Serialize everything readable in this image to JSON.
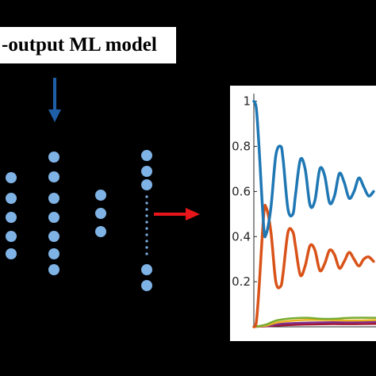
{
  "title": "-output  ML model",
  "colors": {
    "background": "#000000",
    "node": "#7fb2e5",
    "down_arrow": "#1f5fa8",
    "right_arrow": "#e8161a",
    "panel": "#ffffff",
    "series_blue": "#1f77b4",
    "series_orange": "#d95319"
  },
  "network": {
    "layer_node_counts": [
      5,
      7,
      3,
      9
    ],
    "icons": [
      "down-arrow-icon",
      "right-arrow-icon"
    ]
  },
  "chart_data": {
    "type": "line",
    "title": "",
    "xlabel": "",
    "ylabel": "",
    "yticks": [
      "1",
      "0.8",
      "0.6",
      "0.4",
      "0.2"
    ],
    "ylim": [
      0,
      1.02
    ],
    "xlim": [
      0,
      50
    ],
    "grid": false,
    "series": [
      {
        "color": "#1f77b4",
        "x": [
          0,
          1,
          2,
          4,
          5,
          7,
          9,
          11,
          12,
          14,
          16,
          17,
          19,
          21,
          23,
          25,
          27,
          29,
          31,
          33,
          35,
          37,
          39,
          41,
          43,
          45,
          47,
          49
        ],
        "y": [
          1.0,
          0.97,
          0.82,
          0.45,
          0.41,
          0.53,
          0.76,
          0.8,
          0.74,
          0.52,
          0.5,
          0.58,
          0.74,
          0.7,
          0.54,
          0.56,
          0.7,
          0.67,
          0.55,
          0.58,
          0.68,
          0.64,
          0.57,
          0.6,
          0.66,
          0.62,
          0.58,
          0.6
        ]
      },
      {
        "color": "#d95319",
        "x": [
          0,
          1,
          2,
          4,
          5,
          7,
          9,
          11,
          12,
          14,
          16,
          17,
          19,
          21,
          23,
          25,
          27,
          29,
          31,
          33,
          35,
          37,
          39,
          41,
          43,
          45,
          47,
          49
        ],
        "y": [
          0.0,
          0.02,
          0.15,
          0.49,
          0.53,
          0.42,
          0.2,
          0.18,
          0.24,
          0.42,
          0.42,
          0.36,
          0.23,
          0.27,
          0.36,
          0.34,
          0.25,
          0.28,
          0.34,
          0.32,
          0.26,
          0.29,
          0.33,
          0.3,
          0.27,
          0.3,
          0.31,
          0.29
        ]
      },
      {
        "color": "#77ac30",
        "x": [
          0,
          5,
          10,
          20,
          30,
          40,
          50
        ],
        "y": [
          0,
          0.01,
          0.03,
          0.04,
          0.035,
          0.04,
          0.04
        ]
      },
      {
        "color": "#edb120",
        "x": [
          0,
          5,
          10,
          20,
          30,
          40,
          50
        ],
        "y": [
          0,
          0.005,
          0.02,
          0.03,
          0.03,
          0.028,
          0.03
        ]
      },
      {
        "color": "#7e2f8e",
        "x": [
          0,
          5,
          10,
          20,
          30,
          40,
          50
        ],
        "y": [
          0,
          0.003,
          0.012,
          0.018,
          0.02,
          0.02,
          0.022
        ]
      },
      {
        "color": "#a2142f",
        "x": [
          0,
          5,
          10,
          20,
          30,
          40,
          50
        ],
        "y": [
          0,
          0.002,
          0.006,
          0.01,
          0.012,
          0.012,
          0.013
        ]
      }
    ]
  }
}
